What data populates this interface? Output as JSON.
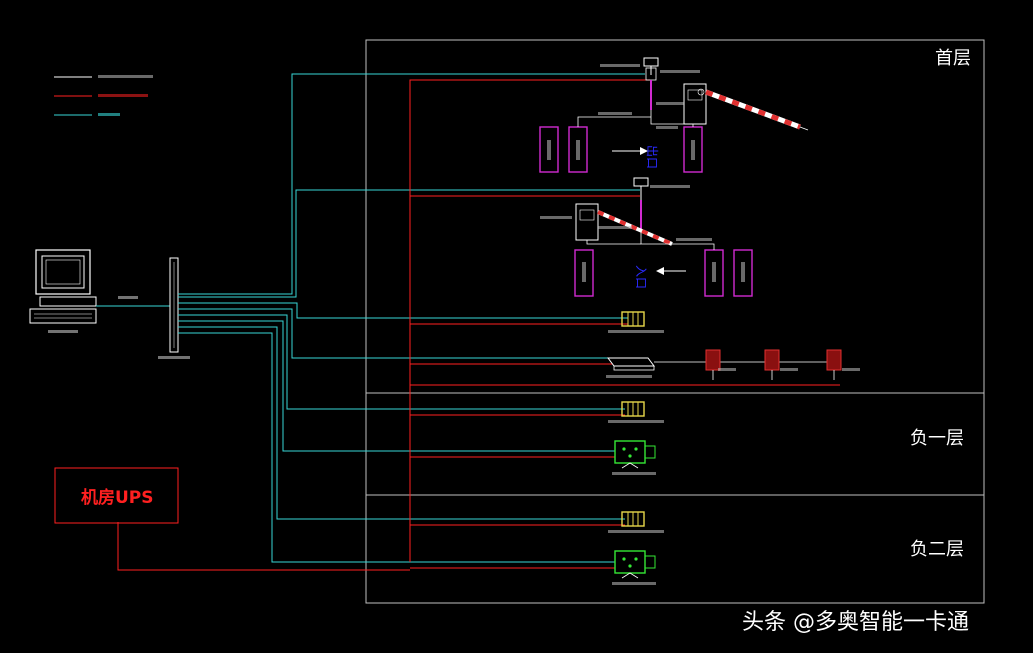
{
  "floors": {
    "ground": "首层",
    "b1": "负一层",
    "b2": "负二层"
  },
  "ups": {
    "label": "机房UPS"
  },
  "gates": {
    "exit_label": "出口",
    "entry_label": "入口"
  },
  "watermark": {
    "text": "头条 @多奥智能一卡通"
  },
  "colors": {
    "background": "#000000",
    "network_line": "#37d6d6",
    "power_line": "#ff2020",
    "signal_line": "#ffffff",
    "frame": "#bfbfbf",
    "device_magenta": "#d12ad1",
    "device_yellow": "#e8d84a",
    "camera_green": "#35e835",
    "barrier_red": "#e03030"
  }
}
